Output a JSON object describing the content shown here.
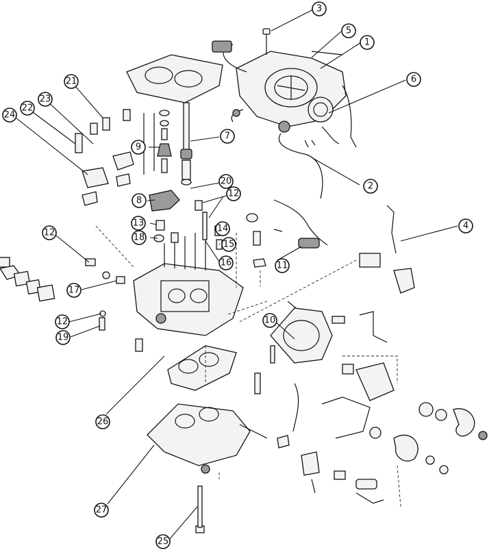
{
  "diagram": {
    "callouts": [
      {
        "id": "1",
        "label": "1"
      },
      {
        "id": "2",
        "label": "2"
      },
      {
        "id": "3",
        "label": "3"
      },
      {
        "id": "4",
        "label": "4"
      },
      {
        "id": "5",
        "label": "5"
      },
      {
        "id": "6",
        "label": "6"
      },
      {
        "id": "7",
        "label": "7"
      },
      {
        "id": "8",
        "label": "8"
      },
      {
        "id": "9",
        "label": "9"
      },
      {
        "id": "10",
        "label": "10"
      },
      {
        "id": "11",
        "label": "11"
      },
      {
        "id": "12a",
        "label": "12"
      },
      {
        "id": "12b",
        "label": "12"
      },
      {
        "id": "12c",
        "label": "12"
      },
      {
        "id": "13",
        "label": "13"
      },
      {
        "id": "14",
        "label": "14"
      },
      {
        "id": "15",
        "label": "15"
      },
      {
        "id": "16",
        "label": "16"
      },
      {
        "id": "17",
        "label": "17"
      },
      {
        "id": "18",
        "label": "18"
      },
      {
        "id": "19",
        "label": "19"
      },
      {
        "id": "20",
        "label": "20"
      },
      {
        "id": "21",
        "label": "21"
      },
      {
        "id": "22",
        "label": "22"
      },
      {
        "id": "23",
        "label": "23"
      },
      {
        "id": "24",
        "label": "24"
      },
      {
        "id": "25",
        "label": "25"
      },
      {
        "id": "26",
        "label": "26"
      },
      {
        "id": "27",
        "label": "27"
      }
    ]
  }
}
